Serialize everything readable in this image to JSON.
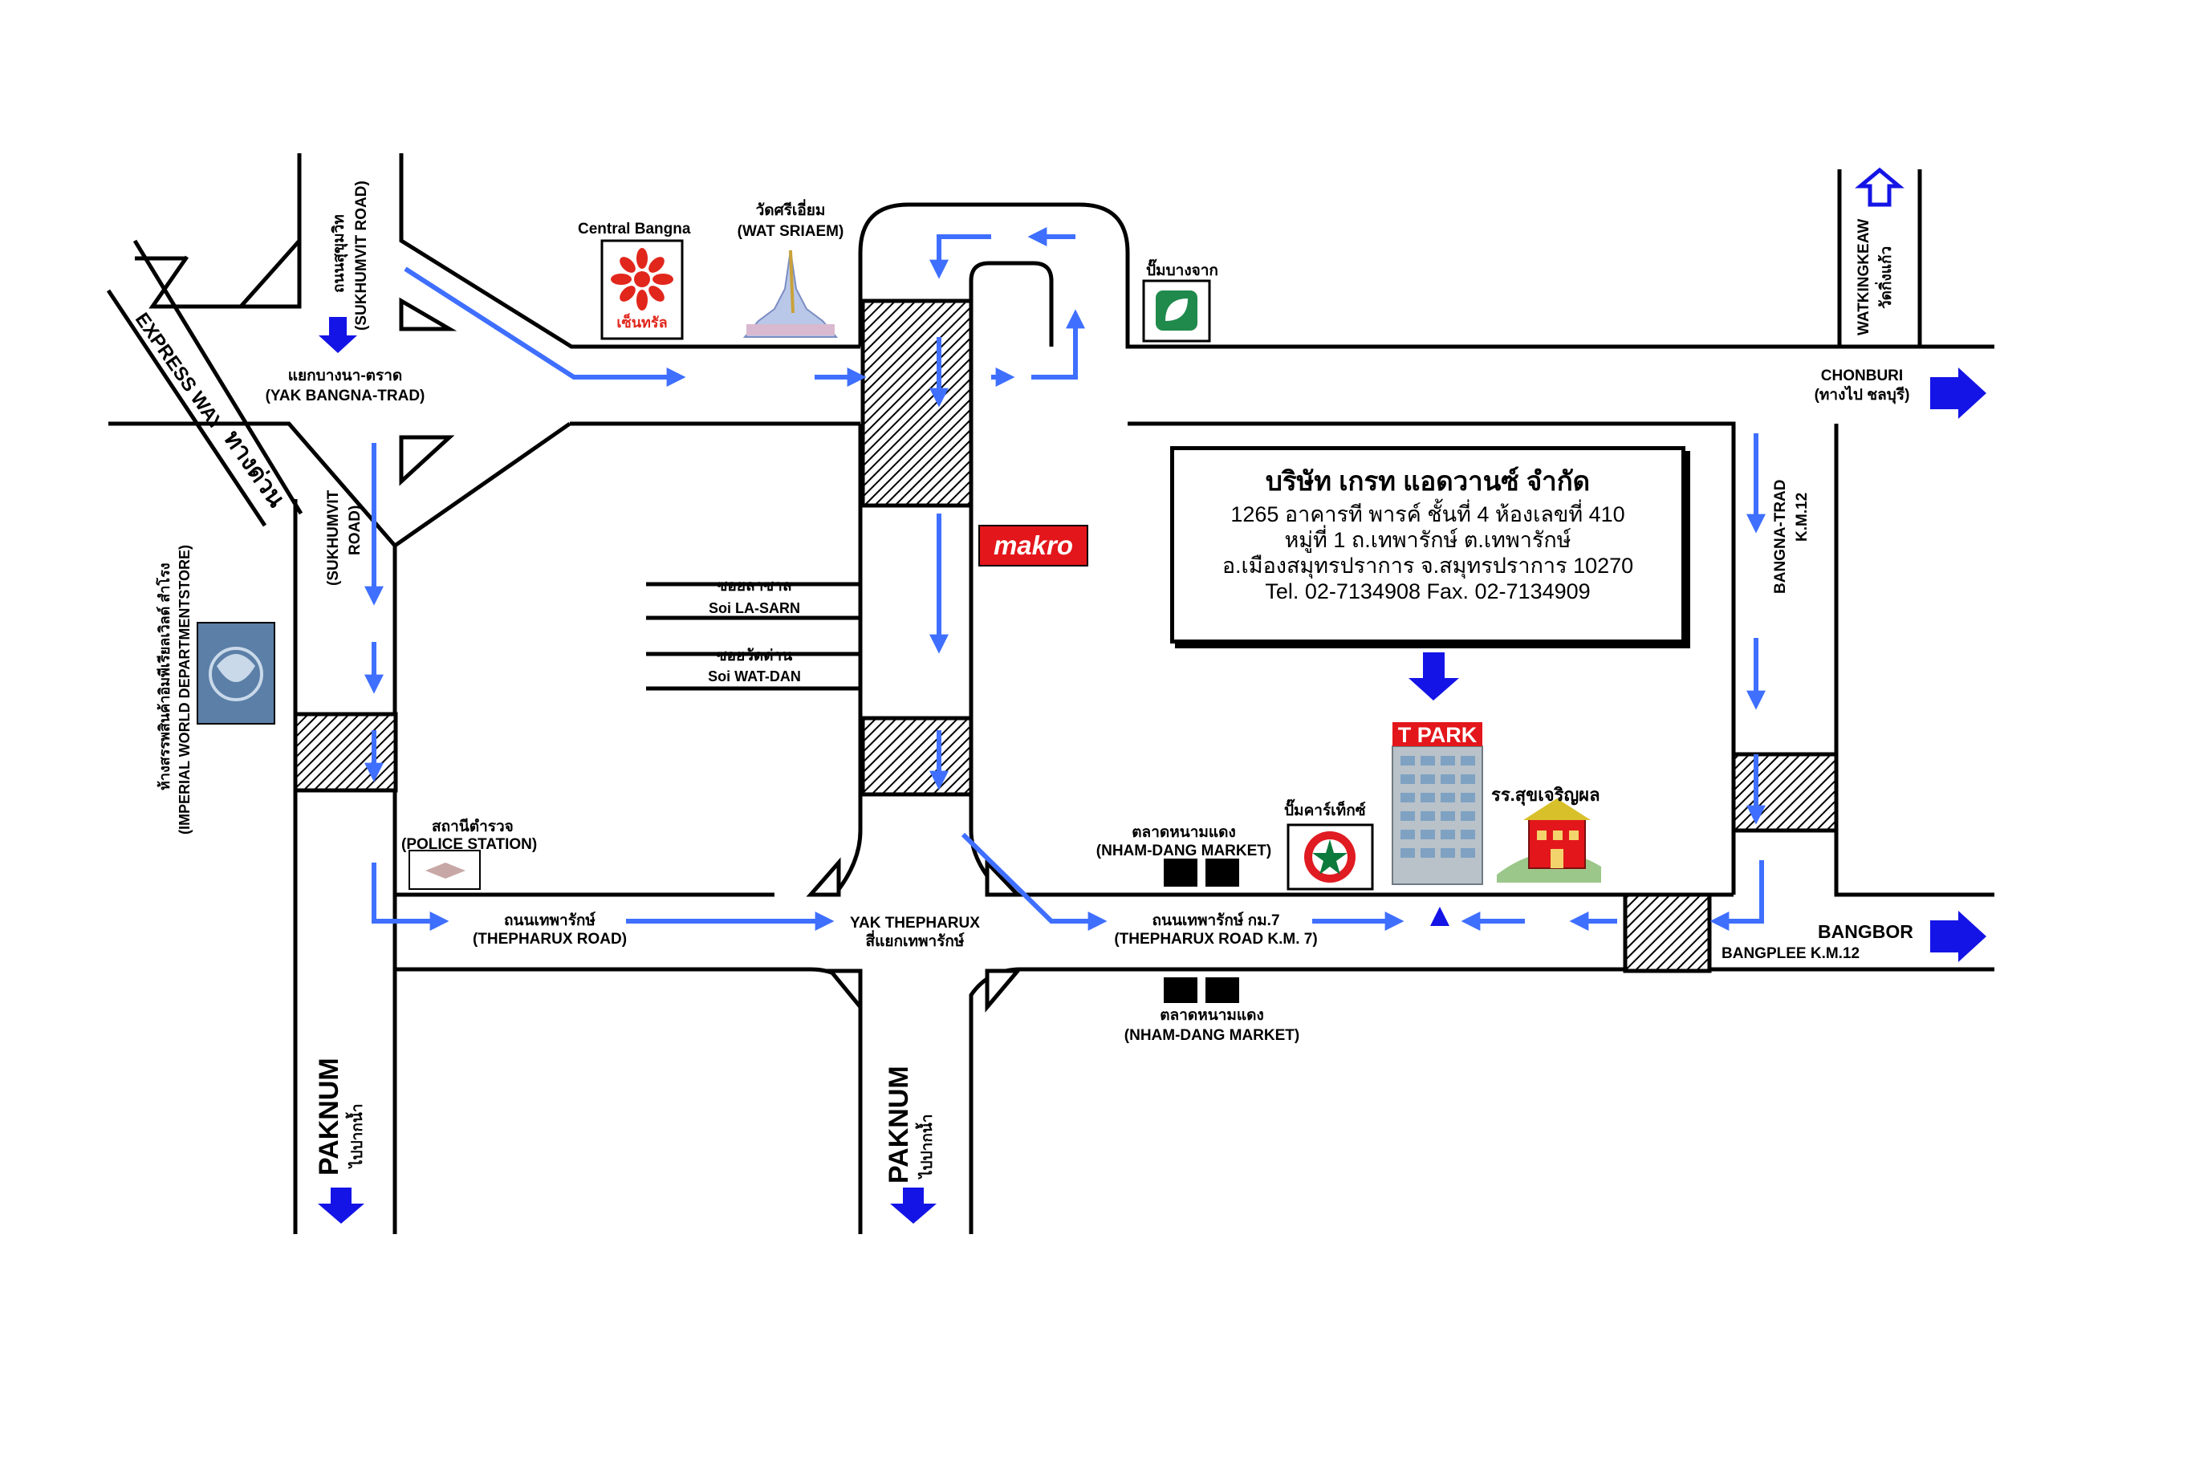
{
  "company": {
    "name": "บริษัท เกรท แอดวานซ์ จำกัด",
    "address_line1": "1265 อาคารที พารค์ ชั้นที่ 4 ห้องเลขที่ 410",
    "address_line2": "หมู่ที่ 1 ถ.เทพารักษ์ ต.เทพารักษ์",
    "address_line3": "อ.เมืองสมุทรปราการ จ.สมุทรปราการ 10270",
    "contact": "Tel. 02-7134908 Fax. 02-7134909"
  },
  "labels": {
    "central_bangna": "Central Bangna",
    "central_logo_text": "เซ็นทรัล",
    "wat_sriaem_th": "วัดศรีเอี่ยม",
    "wat_sriaem_en": "(WAT SRIAEM)",
    "bangchak": "ปั๊มบางจาก",
    "watkingkeaw_en": "WATKINGKEAW",
    "watkingkeaw_th": "วัดกิ่งแก้ว",
    "chonburi_en": "CHONBURI",
    "chonburi_th": "(ทางไป ชลบุรี)",
    "sukhumvit_top_th": "ถนนสุขุมวิท",
    "sukhumvit_top_en": "(SUKHUMVIT ROAD)",
    "express_way": "EXPRESS WAY",
    "express_way_th": "ทางด่วน",
    "yak_bangna_th": "แยกบางนา-ตราด",
    "yak_bangna_en": "(YAK BANGNA-TRAD)",
    "sukhumvit_left_1": "(SUKHUMVIT",
    "sukhumvit_left_2": "ROAD)",
    "imperial_th": "ห้างสรรพสินค้าอิมพีเรียลเวิลด์ สำโรง",
    "imperial_en": "(IMPERIAL WORLD DEPARTMENTSTORE)",
    "soi_lasarn_th": "ซอยลาซาล",
    "soi_lasarn_en": "Soi LA-SARN",
    "soi_watdan_th": "ซอยวัดด่าน",
    "soi_watdan_en": "Soi WAT-DAN",
    "makro": "makro",
    "bangna_trad": "BANGNA-TRAD",
    "bangna_km": "K.M.12",
    "tpark": "T PARK",
    "school": "รร.สุขเจริญผล",
    "caltex": "ปั๊มคาร์เท็กซ์",
    "market_top_th": "ตลาดหนามแดง",
    "market_top_en": "(NHAM-DANG MARKET)",
    "market_bottom_th": "ตลาดหนามแดง",
    "market_bottom_en": "(NHAM-DANG MARKET)",
    "police_th": "สถานีตำรวจ",
    "police_en": "(POLICE STATION)",
    "thepharux_th": "ถนนเทพารักษ์",
    "thepharux_en": "(THEPHARUX ROAD)",
    "yak_thepharux_en": "YAK THEPHARUX",
    "yak_thepharux_th": "สี่แยกเทพารักษ์",
    "thepharux_km_th": "ถนนเทพารักษ์ กม.7",
    "thepharux_km_en": "(THEPHARUX ROAD K.M. 7)",
    "bangbor": "BANGBOR",
    "bangplee": "BANGPLEE K.M.12",
    "paknum_left_en": "PAKNUM",
    "paknum_left_th": "ไปปากน้ำ",
    "paknum_center_en": "PAKNUM",
    "paknum_center_th": "ไปปากน้ำ"
  },
  "colors": {
    "road": "#000000",
    "route_arrow": "#3f6fff",
    "destination_arrow": "#1414e6",
    "makro_red": "#e3161b",
    "central_red": "#e1261c",
    "bangchak_green": "#1f8a4c",
    "caltex_red": "#e01b22",
    "caltex_green": "#0b7a3b"
  },
  "icons": [
    "central-logo-icon",
    "wat-sriaem-icon",
    "bangchak-logo-icon",
    "makro-logo-icon",
    "imperial-logo-icon",
    "police-station-icon",
    "caltex-logo-icon",
    "tpark-building-icon",
    "school-icon",
    "market-block-icon",
    "overpass-hatch-icon"
  ]
}
